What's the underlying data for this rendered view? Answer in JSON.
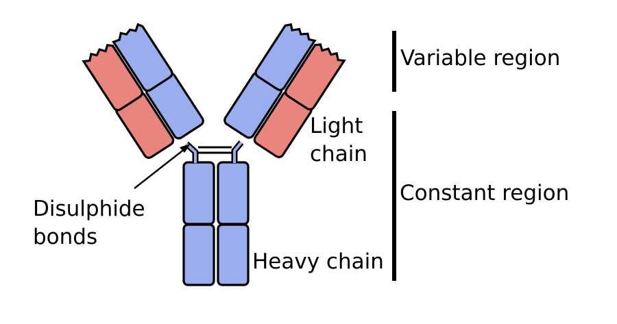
{
  "labels": {
    "variable_region": "Variable region",
    "constant_region": "Constant region",
    "light_chain_line1": "Light",
    "light_chain_line2": "chain",
    "heavy_chain": "Heavy chain",
    "disulphide_line1": "Disulphide",
    "disulphide_line2": "bonds"
  },
  "colors": {
    "heavy_chain_fill": "#9aaeef",
    "light_chain_fill": "#e9857c",
    "outline": "#000000",
    "background": "#ffffff"
  }
}
